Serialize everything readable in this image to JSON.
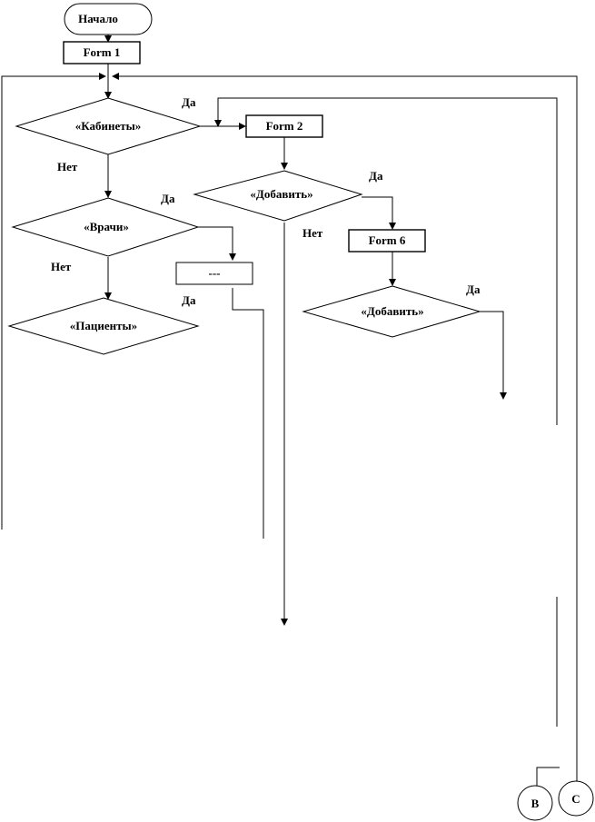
{
  "flowchart": {
    "start": "Начало",
    "form1": "Form 1",
    "decision_cabinets": "«Кабинеты»",
    "form2": "Form 2",
    "decision_add_1": "«Добавить»",
    "form6": "Form 6",
    "decision_add_2": "«Добавить»",
    "decision_doctors": "«Врачи»",
    "decision_patients": "«Пациенты»",
    "ellipsis_box": "---",
    "connector_b": "B",
    "connector_c": "C",
    "labels": {
      "yes_cabinets": "Да",
      "no_cabinets": "Нет",
      "yes_add_1": "Да",
      "no_add_1": "Нет",
      "yes_doctors": "Да",
      "no_doctors": "Нет",
      "yes_below_box": "Да",
      "yes_add_2": "Да"
    }
  }
}
